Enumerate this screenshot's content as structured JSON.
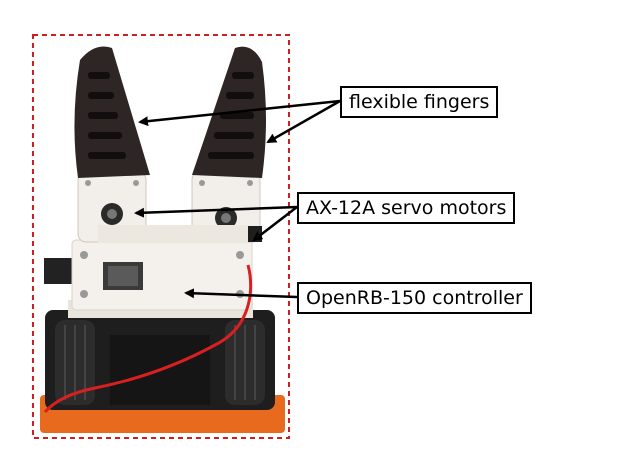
{
  "labels": {
    "fingers": "flexible fingers",
    "servos": "AX-12A servo motors",
    "controller": "OpenRB-150 controller"
  },
  "colors": {
    "frame": "#cc1f1f",
    "finger": "#2e2624",
    "bracket": "#f2eeea",
    "board": "#f4f1ec",
    "base_black": "#1e1e1e",
    "base_orange": "#e86a1e",
    "cable": "#d82020",
    "arrow": "#000000"
  }
}
